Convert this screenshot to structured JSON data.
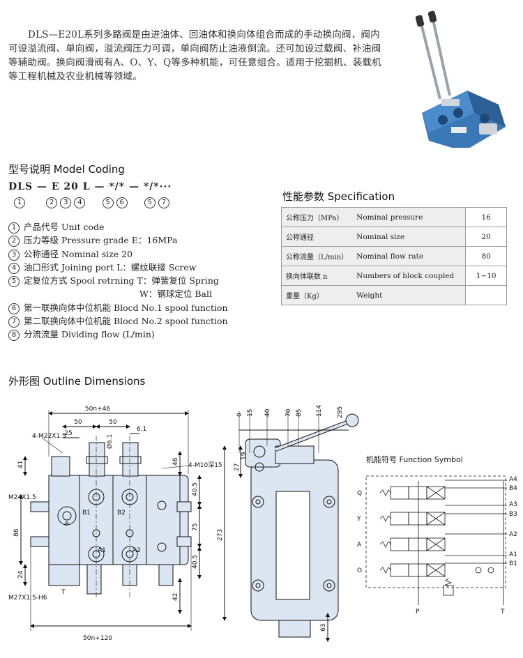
{
  "intro": "DLS—E20L系列多路阀是由进油体、回油体和换向体组合而成的手动换向阀，阀内可设溢流阀、单向阀，溢流阀压力可调，单向阀防止油液倒流。还可加设过载阀、补油阀等辅助阀。换向阀滑阀有A、O、Y、Q等多种机能，可任意组合。适用于挖掘机、装载机等工程机械及农业机械等领域。",
  "model_coding": {
    "title": "型号说明  Model Coding",
    "code": "DLS — E 20 L — */* — */*···",
    "numbers": [
      "1",
      "2",
      "3",
      "4",
      "5",
      "6",
      "5",
      "7"
    ],
    "items": [
      {
        "n": "1",
        "text": "产品代号 Unit code"
      },
      {
        "n": "2",
        "text": "压力等级 Pressure grade  E：16MPa"
      },
      {
        "n": "3",
        "text": "公称通径 Nominal size    20"
      },
      {
        "n": "4",
        "text": "油口形式 Joining port   L：螺纹联接 Screw"
      },
      {
        "n": "5",
        "text": "定复位方式 Spool retrning  T：弹簧复位 Spring"
      },
      {
        "n": "",
        "text": "W：钢球定位 Ball"
      },
      {
        "n": "6",
        "text": "第一联换向体中位机能 Blocd No.1 spool function"
      },
      {
        "n": "7",
        "text": "第二联换向体中位机能 Blocd No.2 spool function"
      },
      {
        "n": "8",
        "text": "分流流量 Dividing flow (L/min)"
      }
    ]
  },
  "specification": {
    "title": "性能参数  Specification",
    "rows": [
      {
        "cn": "公称压力（MPa）",
        "en": "Nominal pressure",
        "value": "16"
      },
      {
        "cn": "公称通径",
        "en": "Nominal size",
        "value": "20"
      },
      {
        "cn": "公称流量（L/min）",
        "en": "Nominal flow rate",
        "value": "80"
      },
      {
        "cn": "换向体联数 n",
        "en": "Numbers of block coupled",
        "value": "1~10"
      },
      {
        "cn": "重量（Kg）",
        "en": "Weight",
        "value": ""
      }
    ]
  },
  "outline": {
    "title": "外形图  Outline Dimensions",
    "front": {
      "top_width": "50n+46",
      "bottom_width": "50n+120",
      "d50a": "50",
      "d50b": "50",
      "d25": "25",
      "d61": "6.1",
      "dphi": "Ø6.1",
      "m22": "4-M22X1.5",
      "m10": "4-M10深15",
      "m24": "M24X1.5",
      "m27": "M27X1.5-H6",
      "d41": "41",
      "d86": "86",
      "d24": "24",
      "d46": "46",
      "d405a": "40.5",
      "d75": "75",
      "d405b": "40.5",
      "d42": "42",
      "P": "P",
      "T": "T",
      "B1": "B1",
      "B2": "B2",
      "A1": "A1",
      "A2": "A2"
    },
    "side": {
      "top_ticks": [
        "0",
        "15",
        "40",
        "70",
        "85",
        "114",
        "295"
      ],
      "d27": "27",
      "d19": "19",
      "d273": "273",
      "d63": "63"
    }
  },
  "function_symbol": {
    "title": "机能符号  Function Symbol",
    "left_labels": [
      "Q",
      "Y",
      "A",
      "O"
    ],
    "right_labels": [
      "A4",
      "B4",
      "A3",
      "B3",
      "A2",
      "A1",
      "B1"
    ],
    "bottom_labels": [
      "P",
      "T"
    ]
  },
  "colors": {
    "body_fill": "#dce6f2",
    "line": "#111111",
    "table_key": "#eeeeee",
    "table_border": "#9a9a9a",
    "valve_blue": "#3b78b8"
  }
}
